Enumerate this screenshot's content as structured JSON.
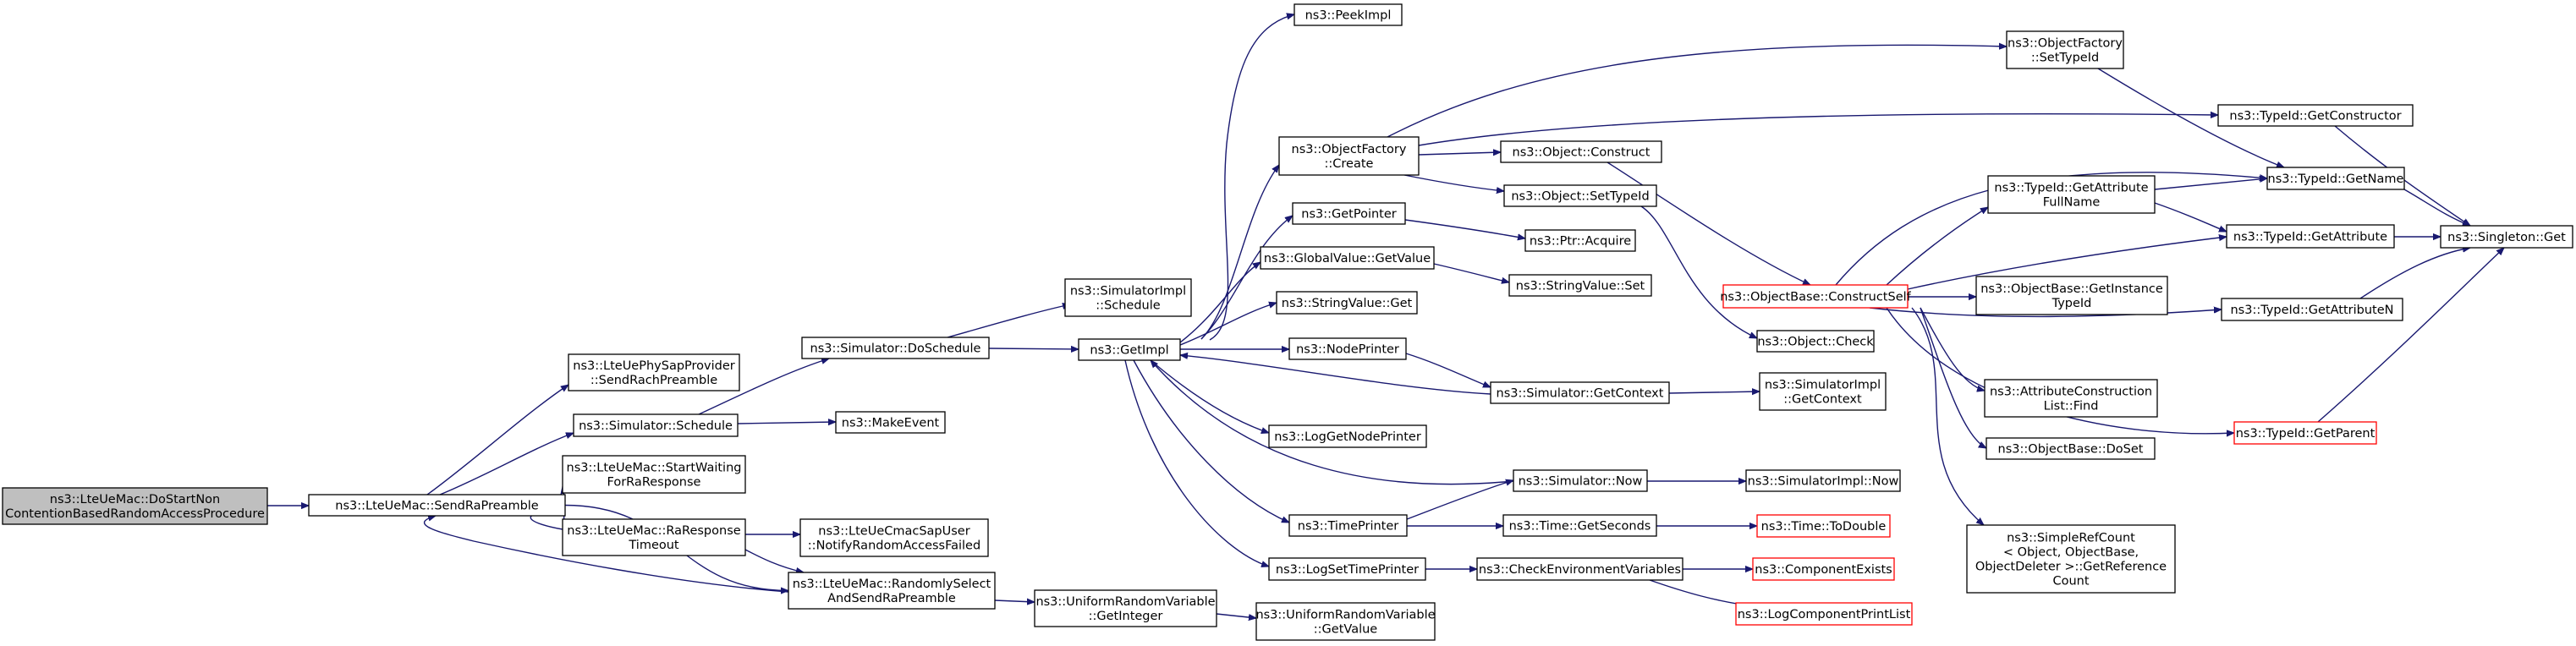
{
  "graph": {
    "colors": {
      "edge": "#191970",
      "node_border": "#000000",
      "node_border_incomplete": "#ff0000",
      "root_fill": "#bfbfbf",
      "node_fill": "#ffffff"
    },
    "nodes": [
      {
        "id": "n0",
        "lines": [
          "ns3::LteUeMac::DoStartNon",
          "ContentionBasedRandomAccessProcedure"
        ],
        "style": "root"
      },
      {
        "id": "n1",
        "lines": [
          "ns3::LteUeMac::SendRaPreamble"
        ]
      },
      {
        "id": "n2",
        "lines": [
          "ns3::LteUePhySapProvider",
          "::SendRachPreamble"
        ]
      },
      {
        "id": "n3",
        "lines": [
          "ns3::Simulator::Schedule"
        ]
      },
      {
        "id": "n4",
        "lines": [
          "ns3::LteUeMac::StartWaiting",
          "ForRaResponse"
        ]
      },
      {
        "id": "n5",
        "lines": [
          "ns3::LteUeMac::RaResponse",
          "Timeout"
        ]
      },
      {
        "id": "n6",
        "lines": [
          "ns3::LteUeMac::RandomlySelect",
          "AndSendRaPreamble"
        ]
      },
      {
        "id": "n7",
        "lines": [
          "ns3::Simulator::DoSchedule"
        ]
      },
      {
        "id": "n8",
        "lines": [
          "ns3::MakeEvent"
        ]
      },
      {
        "id": "n9",
        "lines": [
          "ns3::LteUeCmacSapUser",
          "::NotifyRandomAccessFailed"
        ]
      },
      {
        "id": "n10",
        "lines": [
          "ns3::UniformRandomVariable",
          "::GetInteger"
        ]
      },
      {
        "id": "n11",
        "lines": [
          "ns3::SimulatorImpl",
          "::Schedule"
        ]
      },
      {
        "id": "n12",
        "lines": [
          "ns3::GetImpl"
        ]
      },
      {
        "id": "n13",
        "lines": [
          "ns3::UniformRandomVariable",
          "::GetValue"
        ]
      },
      {
        "id": "n14",
        "lines": [
          "ns3::PeekImpl"
        ]
      },
      {
        "id": "n15",
        "lines": [
          "ns3::ObjectFactory",
          "::Create"
        ]
      },
      {
        "id": "n16",
        "lines": [
          "ns3::GetPointer"
        ]
      },
      {
        "id": "n17",
        "lines": [
          "ns3::GlobalValue::GetValue"
        ]
      },
      {
        "id": "n18",
        "lines": [
          "ns3::StringValue::Get"
        ]
      },
      {
        "id": "n19",
        "lines": [
          "ns3::NodePrinter"
        ]
      },
      {
        "id": "n20",
        "lines": [
          "ns3::LogGetNodePrinter"
        ]
      },
      {
        "id": "n21",
        "lines": [
          "ns3::TimePrinter"
        ]
      },
      {
        "id": "n22",
        "lines": [
          "ns3::LogSetTimePrinter"
        ]
      },
      {
        "id": "n23",
        "lines": [
          "ns3::Object::Construct"
        ]
      },
      {
        "id": "n24",
        "lines": [
          "ns3::Object::SetTypeId"
        ]
      },
      {
        "id": "n25",
        "lines": [
          "ns3::Ptr::Acquire"
        ]
      },
      {
        "id": "n26",
        "lines": [
          "ns3::StringValue::Set"
        ]
      },
      {
        "id": "n27",
        "lines": [
          "ns3::Simulator::GetContext"
        ]
      },
      {
        "id": "n28",
        "lines": [
          "ns3::Simulator::Now"
        ]
      },
      {
        "id": "n29",
        "lines": [
          "ns3::Time::GetSeconds"
        ]
      },
      {
        "id": "n30",
        "lines": [
          "ns3::CheckEnvironmentVariables"
        ]
      },
      {
        "id": "n31",
        "lines": [
          "ns3::ObjectFactory",
          "::SetTypeId"
        ]
      },
      {
        "id": "n32",
        "lines": [
          "ns3::ObjectBase::ConstructSelf"
        ],
        "style": "red"
      },
      {
        "id": "n33",
        "lines": [
          "ns3::Object::Check"
        ]
      },
      {
        "id": "n34",
        "lines": [
          "ns3::SimulatorImpl",
          "::GetContext"
        ]
      },
      {
        "id": "n35",
        "lines": [
          "ns3::SimulatorImpl::Now"
        ]
      },
      {
        "id": "n36",
        "lines": [
          "ns3::Time::ToDouble"
        ],
        "style": "red"
      },
      {
        "id": "n37",
        "lines": [
          "ns3::ComponentExists"
        ],
        "style": "red"
      },
      {
        "id": "n38",
        "lines": [
          "ns3::LogComponentPrintList"
        ],
        "style": "red"
      },
      {
        "id": "n39",
        "lines": [
          "ns3::TypeId::GetAttribute",
          "FullName"
        ]
      },
      {
        "id": "n40",
        "lines": [
          "ns3::ObjectBase::GetInstance",
          "TypeId"
        ]
      },
      {
        "id": "n41",
        "lines": [
          "ns3::AttributeConstruction",
          "List::Find"
        ]
      },
      {
        "id": "n42",
        "lines": [
          "ns3::ObjectBase::DoSet"
        ]
      },
      {
        "id": "n43",
        "lines": [
          "ns3::SimpleRefCount",
          "< Object, ObjectBase,",
          "ObjectDeleter >::GetReference",
          "Count"
        ]
      },
      {
        "id": "n44",
        "lines": [
          "ns3::TypeId::GetConstructor"
        ]
      },
      {
        "id": "n45",
        "lines": [
          "ns3::TypeId::GetName"
        ]
      },
      {
        "id": "n46",
        "lines": [
          "ns3::TypeId::GetAttribute"
        ]
      },
      {
        "id": "n47",
        "lines": [
          "ns3::TypeId::GetAttributeN"
        ]
      },
      {
        "id": "n48",
        "lines": [
          "ns3::TypeId::GetParent"
        ],
        "style": "red"
      },
      {
        "id": "n49",
        "lines": [
          "ns3::Singleton::Get"
        ]
      }
    ],
    "edges": [
      [
        "n0",
        "n1"
      ],
      [
        "n1",
        "n2"
      ],
      [
        "n1",
        "n3"
      ],
      [
        "n1",
        "n4"
      ],
      [
        "n1",
        "n5"
      ],
      [
        "n1",
        "n6"
      ],
      [
        "n5",
        "n1"
      ],
      [
        "n6",
        "n1"
      ],
      [
        "n3",
        "n7"
      ],
      [
        "n3",
        "n8"
      ],
      [
        "n5",
        "n9"
      ],
      [
        "n5",
        "n6"
      ],
      [
        "n6",
        "n10"
      ],
      [
        "n7",
        "n11"
      ],
      [
        "n7",
        "n12"
      ],
      [
        "n10",
        "n13"
      ],
      [
        "n12",
        "n14"
      ],
      [
        "n12",
        "n15"
      ],
      [
        "n12",
        "n16"
      ],
      [
        "n12",
        "n17"
      ],
      [
        "n12",
        "n18"
      ],
      [
        "n12",
        "n19"
      ],
      [
        "n12",
        "n20"
      ],
      [
        "n12",
        "n21"
      ],
      [
        "n12",
        "n22"
      ],
      [
        "n27",
        "n12"
      ],
      [
        "n28",
        "n12"
      ],
      [
        "n15",
        "n31"
      ],
      [
        "n15",
        "n44"
      ],
      [
        "n15",
        "n23"
      ],
      [
        "n15",
        "n24"
      ],
      [
        "n16",
        "n25"
      ],
      [
        "n17",
        "n26"
      ],
      [
        "n19",
        "n27"
      ],
      [
        "n21",
        "n28"
      ],
      [
        "n21",
        "n29"
      ],
      [
        "n22",
        "n30"
      ],
      [
        "n23",
        "n32"
      ],
      [
        "n24",
        "n33"
      ],
      [
        "n27",
        "n34"
      ],
      [
        "n28",
        "n35"
      ],
      [
        "n29",
        "n36"
      ],
      [
        "n30",
        "n37"
      ],
      [
        "n30",
        "n38"
      ],
      [
        "n31",
        "n45"
      ],
      [
        "n32",
        "n45"
      ],
      [
        "n32",
        "n39"
      ],
      [
        "n32",
        "n46"
      ],
      [
        "n32",
        "n40"
      ],
      [
        "n32",
        "n47"
      ],
      [
        "n32",
        "n41"
      ],
      [
        "n32",
        "n42"
      ],
      [
        "n32",
        "n43"
      ],
      [
        "n32",
        "n48"
      ],
      [
        "n39",
        "n45"
      ],
      [
        "n39",
        "n46"
      ],
      [
        "n44",
        "n49"
      ],
      [
        "n45",
        "n49"
      ],
      [
        "n46",
        "n49"
      ],
      [
        "n47",
        "n49"
      ],
      [
        "n48",
        "n49"
      ]
    ]
  }
}
